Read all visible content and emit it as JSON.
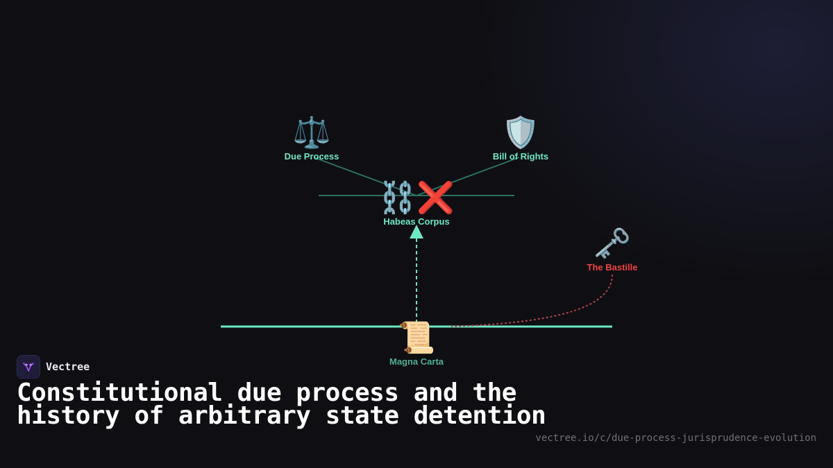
{
  "brand": {
    "name": "Vectree"
  },
  "title": "Constitutional due process and the history of arbitrary state detention",
  "url": "vectree.io/c/due-process-jurisprudence-evolution",
  "colors": {
    "accent": "#6ee7c5",
    "danger": "#ef4444",
    "muted_label": "#4fae94",
    "background": "#0f0f13"
  },
  "nodes": {
    "due_process": {
      "label": "Due Process",
      "icon": "⚖️",
      "icon_name": "scales-icon"
    },
    "bill_of_rights": {
      "label": "Bill of Rights",
      "icon": "🛡️",
      "icon_name": "shield-icon"
    },
    "habeas_corpus": {
      "label": "Habeas Corpus",
      "icon": "⛓️❌",
      "icon_name": "broken-chains-icon"
    },
    "bastille": {
      "label": "The Bastille",
      "icon": "🗝️",
      "icon_name": "old-key-icon"
    },
    "magna_carta": {
      "label": "Magna Carta",
      "icon": "📜",
      "icon_name": "scroll-icon"
    }
  }
}
